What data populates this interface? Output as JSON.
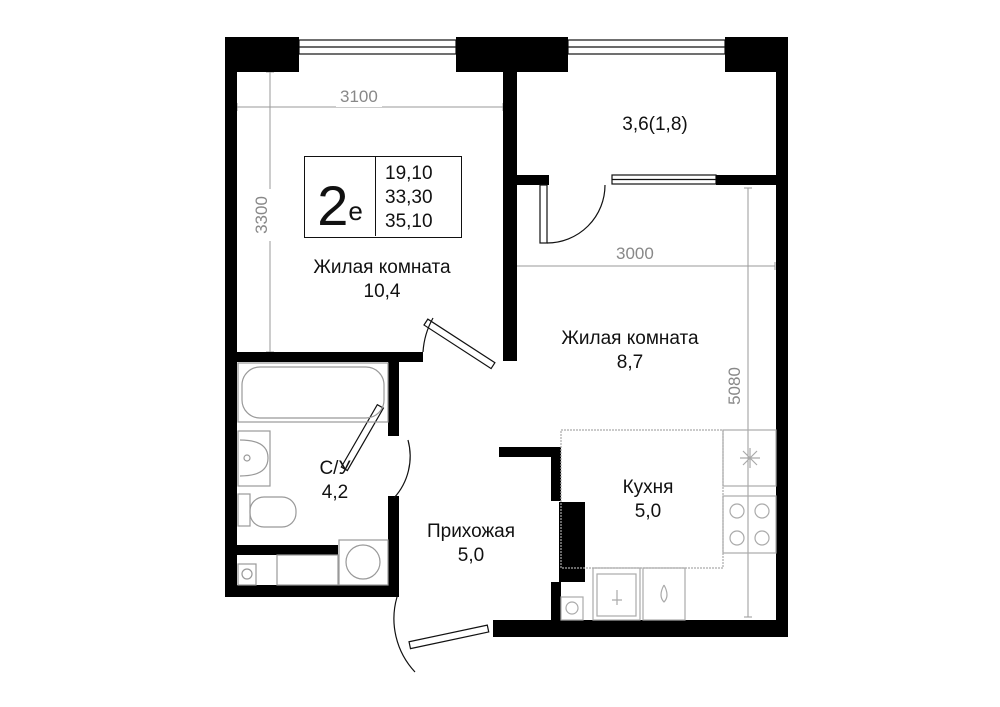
{
  "apartment": {
    "code_number": "2",
    "code_letter": "е",
    "areas": [
      "19,10",
      "33,30",
      "35,10"
    ]
  },
  "rooms": {
    "living_room_1": {
      "name": "Жилая комната",
      "area": "10,4"
    },
    "living_room_2": {
      "name": "Жилая комната",
      "area": "8,7"
    },
    "balcony": {
      "area": "3,6(1,8)"
    },
    "bathroom": {
      "name": "С/У",
      "area": "4,2"
    },
    "hallway": {
      "name": "Прихожая",
      "area": "5,0"
    },
    "kitchen": {
      "name": "Кухня",
      "area": "5,0"
    }
  },
  "dimensions": {
    "room1_width": "3100",
    "room1_height": "3300",
    "room2_width": "3000",
    "room2_height": "5080"
  },
  "colors": {
    "wall": "#000000",
    "dimension_line": "#9a9a9a",
    "fixture": "#aaaaaa"
  }
}
